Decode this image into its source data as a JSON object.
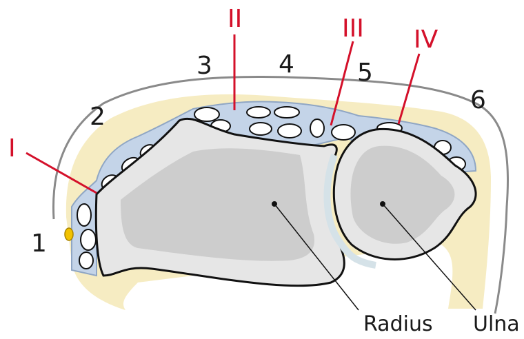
{
  "colors": {
    "skin_outline": "#8a8a8a",
    "tissue_fill": "#f6ecc2",
    "compartment_fill": "#c4d4e8",
    "bone_fill": "#e6e6e6",
    "marrow_fill": "#cdcdcd",
    "outline": "#111111",
    "ligament": "#d4102a",
    "nerve": "#f2c200"
  },
  "compartments": [
    "1",
    "2",
    "3",
    "4",
    "5",
    "6"
  ],
  "ligaments": [
    "I",
    "II",
    "III",
    "IV"
  ],
  "bones": {
    "radius": "Radius",
    "ulna": "Ulna"
  }
}
